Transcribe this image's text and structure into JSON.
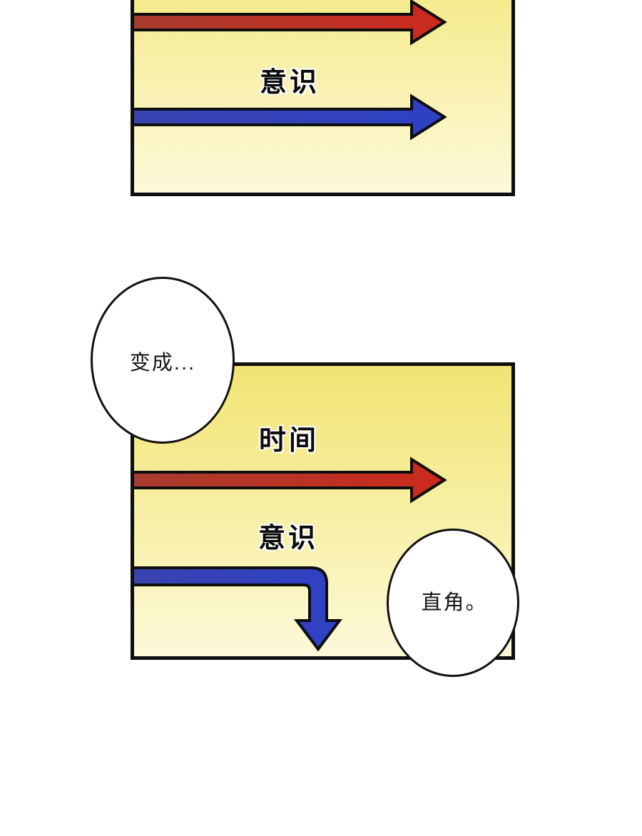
{
  "comic": {
    "panel_top": {
      "consciousness_label": "意识"
    },
    "panel_bottom": {
      "time_label": "时间",
      "consciousness_label": "意识"
    },
    "bubbles": {
      "becomes": "变成...",
      "right_angle": "直角。"
    }
  },
  "icons": {
    "panel_top_arrows": [
      "red-time-arrow-icon",
      "blue-consciousness-arrow-icon"
    ],
    "panel_bottom_arrows": [
      "red-time-arrow-icon",
      "blue-consciousness-right-angle-arrow-icon"
    ]
  },
  "colors": {
    "red_arrow_start": "#a83c2e",
    "red_arrow_end": "#cb2a1d",
    "blue_arrow_start": "#3a43b0",
    "blue_arrow_end": "#2e41c4",
    "panel_background_top": "#f1e473",
    "panel_background_bottom": "#fdf9da",
    "outline": "#0e0e0e",
    "page_background": "#ffffff"
  }
}
